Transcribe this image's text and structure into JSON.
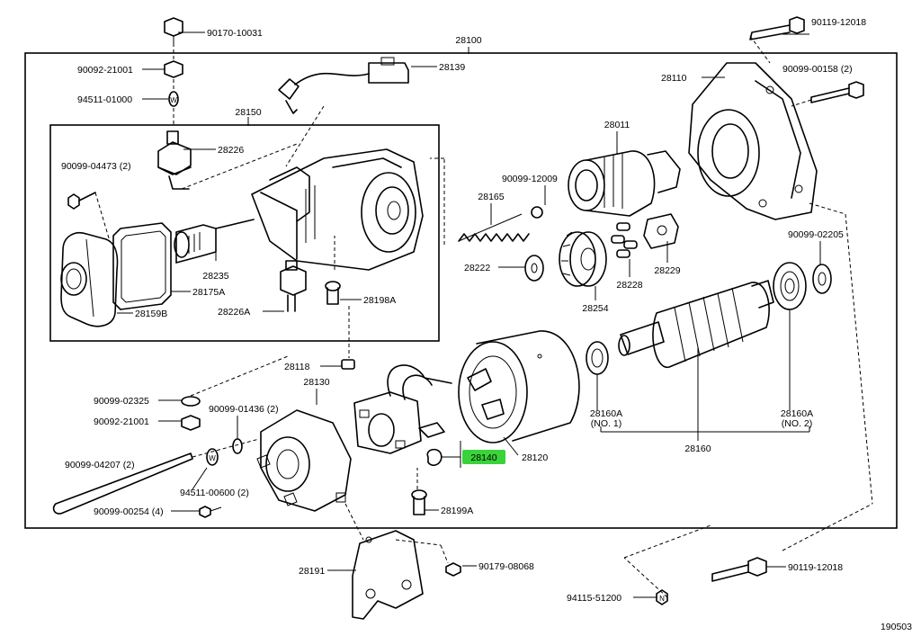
{
  "diagram_code": "190503",
  "highlight_color": "#39d33a",
  "callouts": {
    "p28100": "28100",
    "p28139": "28139",
    "p28110": "28110",
    "p28150": "28150",
    "p28226": "28226",
    "p28235": "28235",
    "p28175A": "28175A",
    "p28159B": "28159B",
    "p28226A": "28226A",
    "p28198A": "28198A",
    "p28165": "28165",
    "p28222": "28222",
    "p28254": "28254",
    "p28011": "28011",
    "p28228": "28228",
    "p28229": "28229",
    "p28118": "28118",
    "p28130": "28130",
    "p28140": "28140",
    "p28120": "28120",
    "p28160A_1": "28160A",
    "p28160A_1_sub": "(NO. 1)",
    "p28160A_2": "28160A",
    "p28160A_2_sub": "(NO. 2)",
    "p28160": "28160",
    "p28199A": "28199A",
    "p28191": "28191",
    "b90170_10031": "90170-10031",
    "b90092_21001_top": "90092-21001",
    "b94511_01000": "94511-01000",
    "b90099_04473": "90099-04473 (2)",
    "b90099_12009": "90099-12009",
    "b90119_12018_top": "90119-12018",
    "b90099_00158": "90099-00158 (2)",
    "b90099_02205": "90099-02205",
    "b90099_02325": "90099-02325",
    "b90092_21001_bot": "90092-21001",
    "b90099_01436": "90099-01436 (2)",
    "b90099_04207": "90099-04207 (2)",
    "b94511_00600": "94511-00600 (2)",
    "b90099_00254": "90099-00254 (4)",
    "b90179_08068": "90179-08068",
    "b90119_12018_bot": "90119-12018",
    "b94115_51200": "94115-51200"
  }
}
